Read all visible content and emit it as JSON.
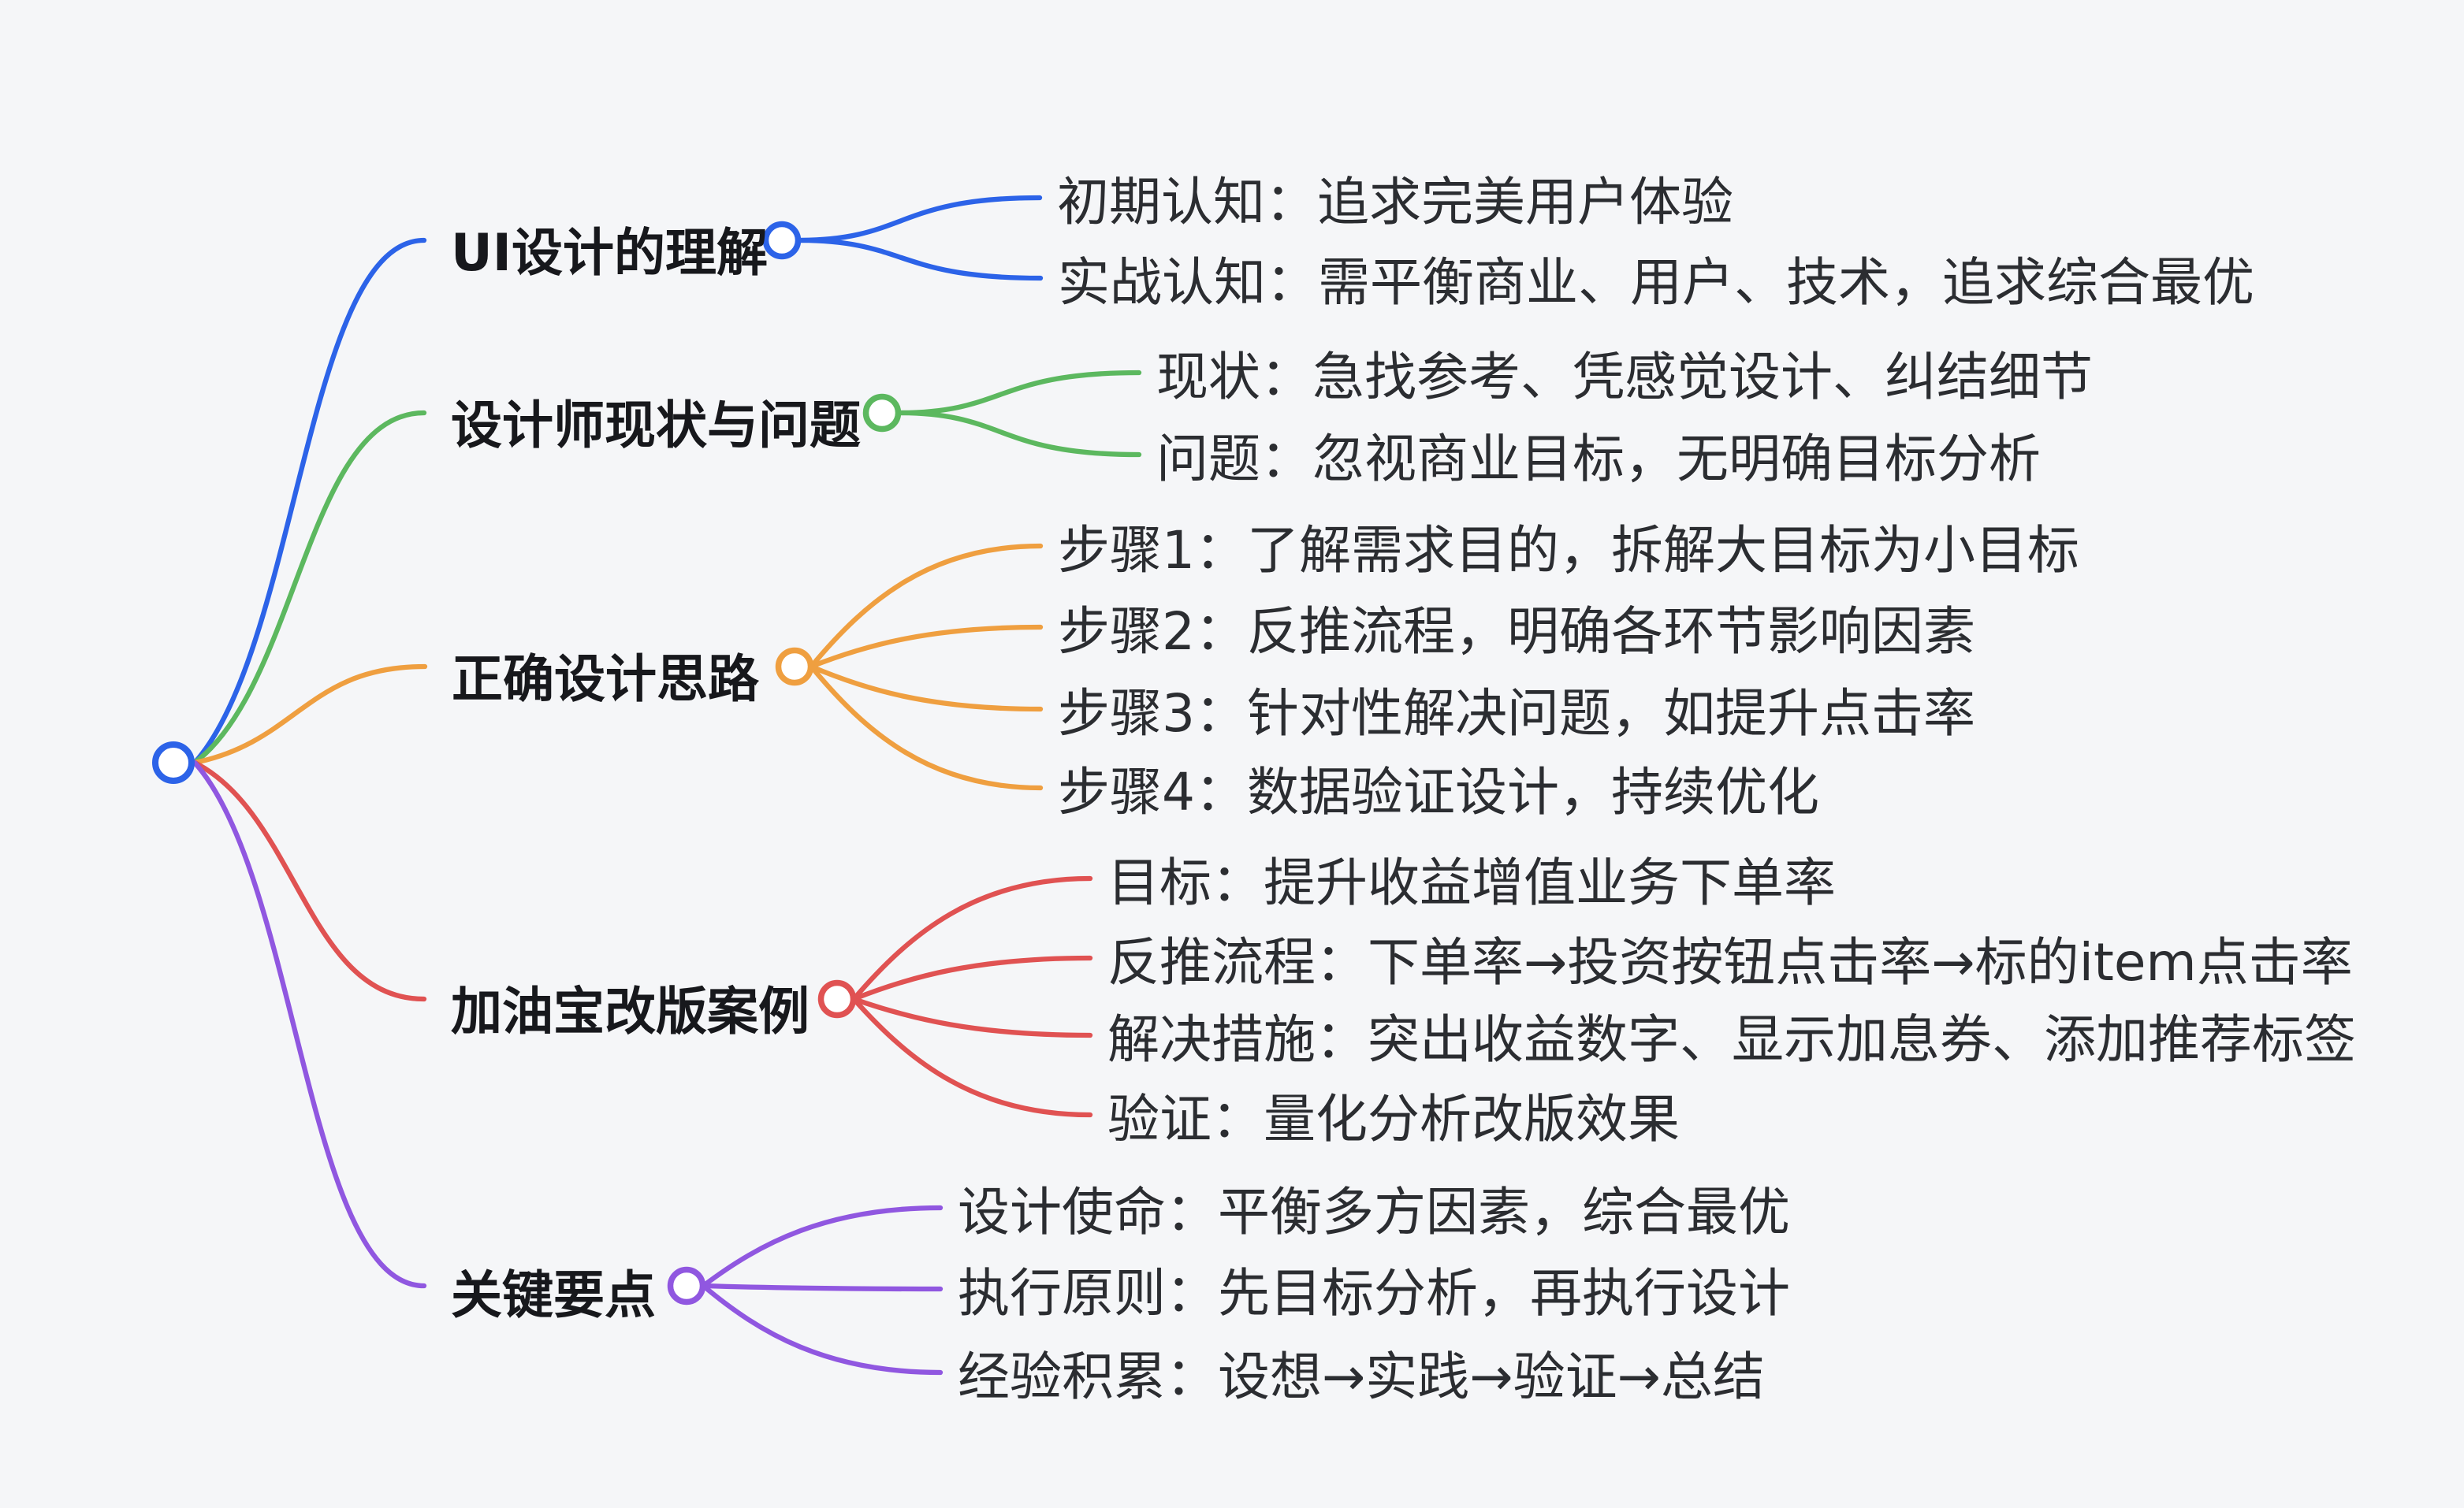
{
  "canvas": {
    "background": "#f5f6f8"
  },
  "mindmap": {
    "root": {
      "color": "#2c63e8"
    },
    "title_text_color": "#17181c",
    "child_text_color": "#2b2d31",
    "branches": [
      {
        "label": "UI设计的理解",
        "color": "#2c63e8",
        "children": [
          {
            "label": "初期认知：追求完美用户体验"
          },
          {
            "label": "实战认知：需平衡商业、用户、技术，追求综合最优"
          }
        ]
      },
      {
        "label": "设计师现状与问题",
        "color": "#5cb85f",
        "children": [
          {
            "label": "现状：急找参考、凭感觉设计、纠结细节"
          },
          {
            "label": "问题：忽视商业目标，无明确目标分析"
          }
        ]
      },
      {
        "label": "正确设计思路",
        "color": "#ef9f40",
        "children": [
          {
            "label": "步骤1：了解需求目的，拆解大目标为小目标"
          },
          {
            "label": "步骤2：反推流程，明确各环节影响因素"
          },
          {
            "label": "步骤3：针对性解决问题，如提升点击率"
          },
          {
            "label": "步骤4：数据验证设计，持续优化"
          }
        ]
      },
      {
        "label": "加油宝改版案例",
        "color": "#e05252",
        "children": [
          {
            "label": "目标：提升收益增值业务下单率"
          },
          {
            "label": "反推流程：下单率→投资按钮点击率→标的item点击率"
          },
          {
            "label": "解决措施：突出收益数字、显示加息券、添加推荐标签"
          },
          {
            "label": "验证：量化分析改版效果"
          }
        ]
      },
      {
        "label": "关键要点",
        "color": "#9057e0",
        "children": [
          {
            "label": "设计使命：平衡多方因素，综合最优"
          },
          {
            "label": "执行原则：先目标分析，再执行设计"
          },
          {
            "label": "经验积累：设想→实践→验证→总结"
          }
        ]
      }
    ]
  }
}
